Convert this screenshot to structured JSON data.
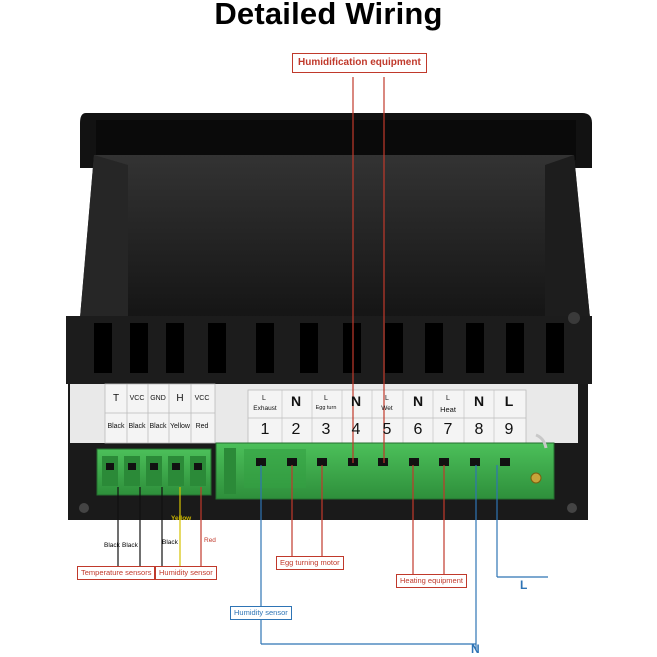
{
  "title": "Detailed Wiring",
  "callouts": {
    "humidification": "Humidification equipment",
    "temperature_sensors": "Temperature sensors",
    "humidity_sensor_small": "Humidity sensor",
    "egg_turning_motor": "Egg turning motor",
    "heating_equipment": "Heating equipment",
    "humidity_sensor_blue": "Humidity sensor"
  },
  "wire_labels": {
    "black1": "Black",
    "black2": "Black",
    "black3": "Black",
    "yellow": "Yellow",
    "red": "Red",
    "L": "L",
    "N": "N"
  },
  "left_terminals": {
    "top": [
      "T",
      "VCC",
      "GND",
      "H",
      "VCC"
    ],
    "bottom": [
      "Black",
      "Black",
      "Black",
      "Yellow",
      "Red"
    ]
  },
  "right_terminals": {
    "top": [
      "L",
      "N",
      "L",
      "N",
      "L",
      "N",
      "L",
      "N",
      "L"
    ],
    "sub": [
      "Exhaust",
      "",
      "Egg turn",
      "",
      "Wet",
      "",
      "Heat",
      "",
      ""
    ],
    "numbers": [
      "1",
      "2",
      "3",
      "4",
      "5",
      "6",
      "7",
      "8",
      "9"
    ]
  },
  "colors": {
    "callout_red": "#c0392b",
    "callout_blue": "#2e74b5",
    "connector_green": "#3aa84a",
    "housing": "#1a1a1a",
    "label_strip": "#e9e9e9"
  }
}
